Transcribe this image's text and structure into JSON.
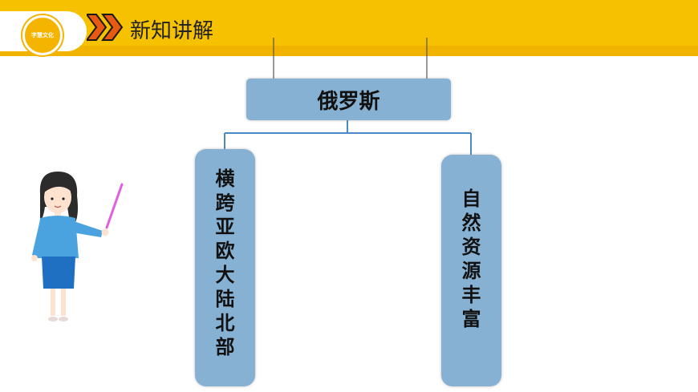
{
  "header": {
    "title": "新知讲解",
    "logo_text": "字慧文化",
    "accent_color": "#f6c200",
    "chevron_colors": [
      "#e85a12",
      "#1a1a1a"
    ]
  },
  "diagram": {
    "root_label": "俄罗斯",
    "left_branch_label": "横跨亚欧大陆北部",
    "right_branch_label": "自然资源丰富",
    "box_color": "#87b1d2",
    "connector_color": "#4a8ac4"
  },
  "illustration": {
    "icon": "teacher-with-pointer-illustration"
  }
}
